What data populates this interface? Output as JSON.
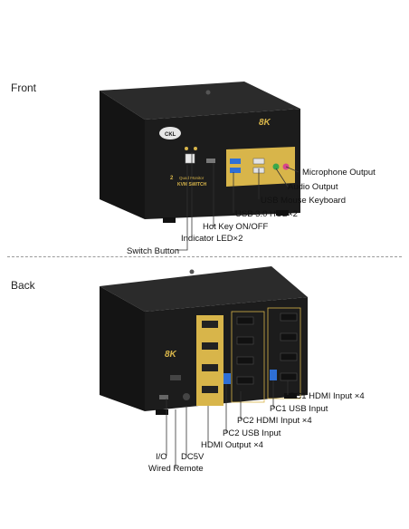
{
  "sections": {
    "front_label": "Front",
    "back_label": "Back"
  },
  "device": {
    "brand_logo_text": "CKL",
    "resolution_badge": "8K",
    "model_line1": "2",
    "model_line2": "Quad Monitor",
    "model_line3": "KVM SWITCH"
  },
  "front_callouts": {
    "microphone_output": "Microphone Output",
    "audio_output": "Audio Output",
    "usb_mouse_keyboard": "USB Mouse Keyboard",
    "usb_hub": "USB 3.0 HUB×2",
    "hot_key": "Hot Key ON/OFF",
    "indicator_led": "Indicator LED×2",
    "switch_button": "Switch Button"
  },
  "back_callouts": {
    "pc1_hdmi_input": "PC1 HDMI Input  ×4",
    "pc1_usb_input": "PC1 USB Input",
    "pc2_hdmi_input": "PC2 HDMI Input  ×4",
    "pc2_usb_input": "PC2 USB Input",
    "hdmi_output": "HDMI Output ×4",
    "dc5v": "DC5V",
    "io": "I/O",
    "wired_remote": "Wired Remote"
  },
  "colors": {
    "body": "#1c1c1c",
    "panel_gold": "#d8b54a",
    "port_blue": "#2e6fd6",
    "led_green": "#3aa84a",
    "led_pink": "#d8458a"
  }
}
